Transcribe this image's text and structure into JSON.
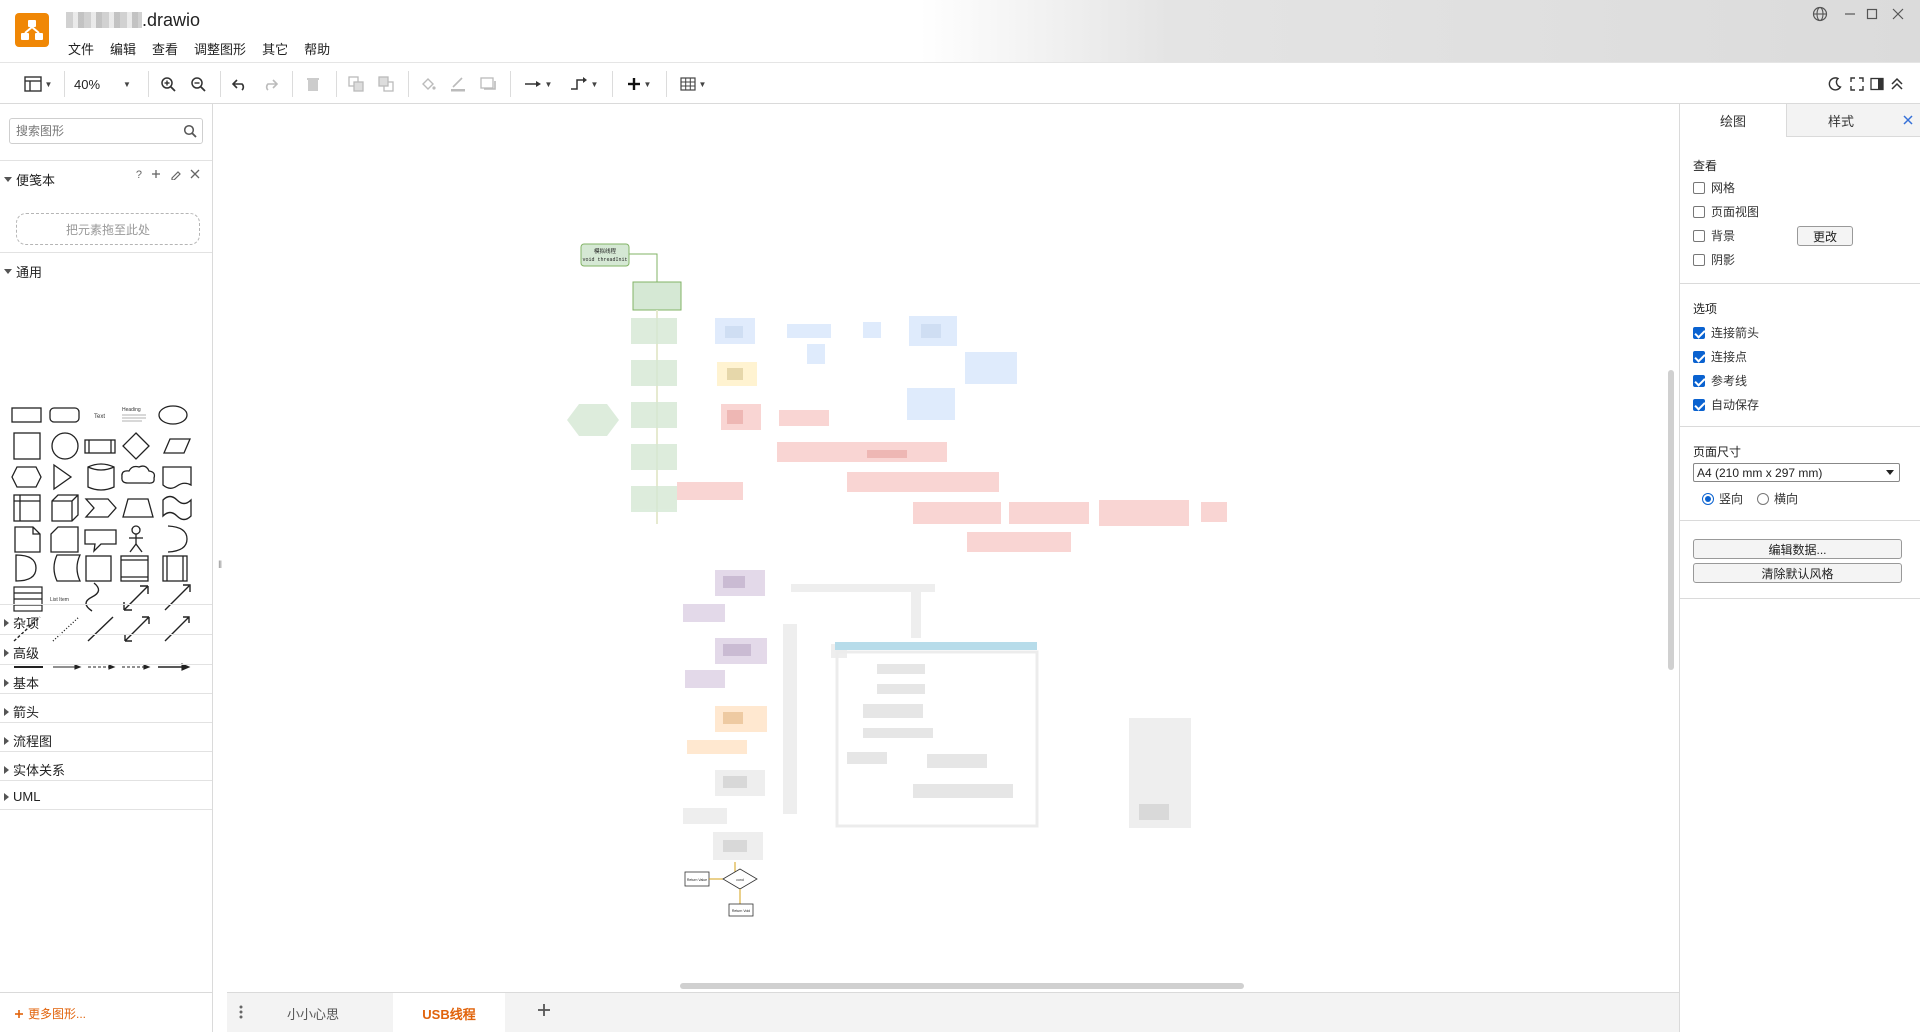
{
  "titlebar": {
    "doc_title_suffix": ".drawio",
    "menu": [
      "文件",
      "编辑",
      "查看",
      "调整图形",
      "其它",
      "帮助"
    ]
  },
  "toolbar": {
    "zoom_level": "40%"
  },
  "sidebar": {
    "search_placeholder": "搜索图形",
    "scratchpad": {
      "title": "便笺本",
      "help": "?",
      "drop_hint": "把元素拖至此处"
    },
    "general": {
      "title": "通用"
    },
    "shape_text_label": "Text",
    "shape_heading_label": "Heading",
    "shape_list_label": "List Item",
    "collapsed_sections": [
      "杂项",
      "高级",
      "基本",
      "箭头",
      "流程图",
      "实体关系",
      "UML"
    ],
    "more_shapes": "更多图形..."
  },
  "canvas": {
    "start_node_line1": "模拟线程",
    "start_node_line2": "void threadInit",
    "bottom_left_box": "Return Value",
    "bottom_diamond": "cond",
    "bottom_box": "Return Void"
  },
  "pages": {
    "tabs": [
      {
        "label": "小小心思",
        "active": false
      },
      {
        "label": "USB线程",
        "active": true
      }
    ]
  },
  "format_panel": {
    "tabs": {
      "diagram": "绘图",
      "style": "样式"
    },
    "view": {
      "title": "查看",
      "grid": {
        "label": "网格",
        "checked": false
      },
      "page_view": {
        "label": "页面视图",
        "checked": false
      },
      "background": {
        "label": "背景",
        "checked": false
      },
      "change_button": "更改",
      "shadow": {
        "label": "阴影",
        "checked": false
      }
    },
    "options": {
      "title": "选项",
      "connection_arrows": {
        "label": "连接箭头",
        "checked": true
      },
      "connection_points": {
        "label": "连接点",
        "checked": true
      },
      "guides": {
        "label": "参考线",
        "checked": true
      },
      "autosave": {
        "label": "自动保存",
        "checked": true
      }
    },
    "paper_size": {
      "title": "页面尺寸",
      "selected": "A4 (210 mm x 297 mm)",
      "portrait": "竖向",
      "landscape": "横向",
      "orientation": "portrait"
    },
    "edit_data_button": "编辑数据...",
    "clear_default_style_button": "清除默认风格"
  }
}
